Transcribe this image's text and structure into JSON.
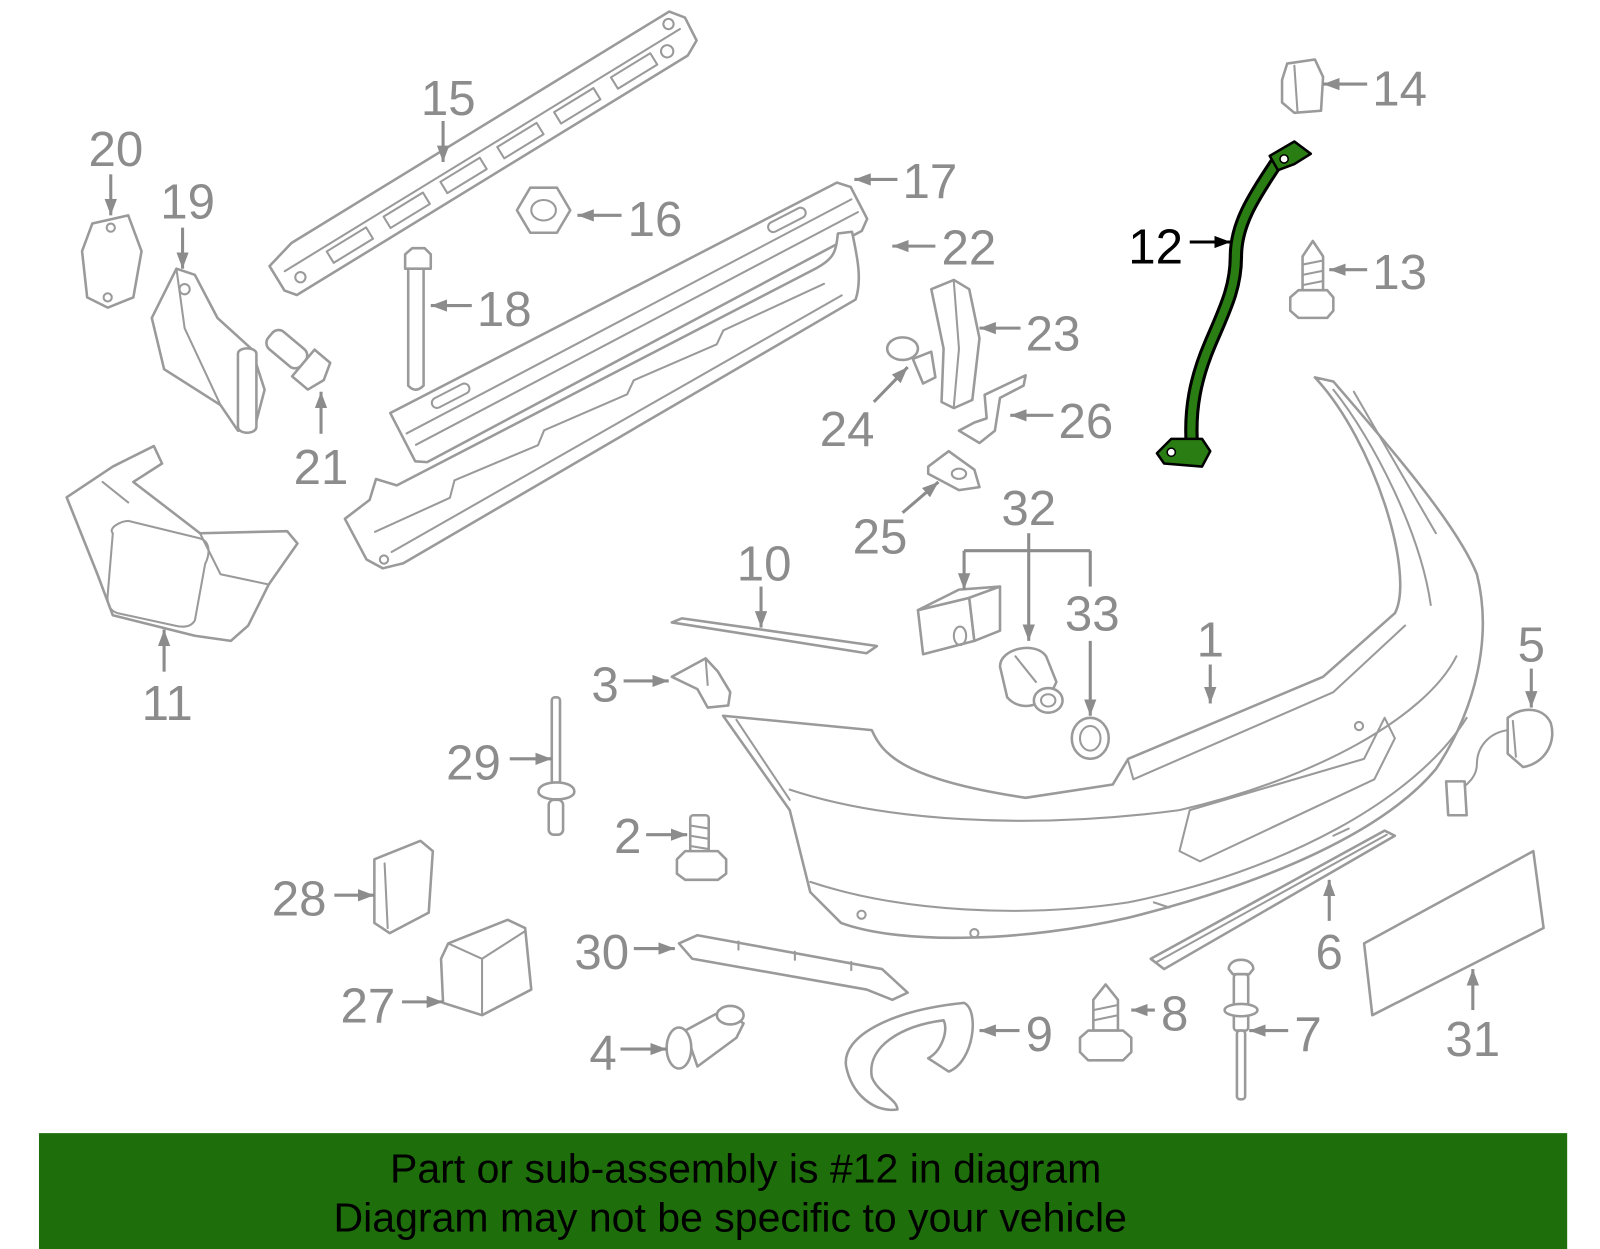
{
  "callouts": {
    "1": "1",
    "2": "2",
    "3": "3",
    "4": "4",
    "5": "5",
    "6": "6",
    "7": "7",
    "8": "8",
    "9": "9",
    "10": "10",
    "11": "11",
    "12": "12",
    "13": "13",
    "14": "14",
    "15": "15",
    "16": "16",
    "17": "17",
    "18": "18",
    "19": "19",
    "20": "20",
    "21": "21",
    "22": "22",
    "23": "23",
    "24": "24",
    "25": "25",
    "26": "26",
    "27": "27",
    "28": "28",
    "29": "29",
    "30": "30",
    "31": "31",
    "32": "32",
    "33": "33"
  },
  "banner": {
    "line1": "Part or sub-assembly is #12 in diagram",
    "line2": "Diagram may not be specific to your vehicle"
  },
  "colors": {
    "part_outline": "#9a9a9a",
    "callout_text": "#8c8c8c",
    "highlight_part": "#2a7d12",
    "highlight_label": "#000000",
    "banner_background": "#1e6e0b",
    "banner_text": "#000000"
  }
}
